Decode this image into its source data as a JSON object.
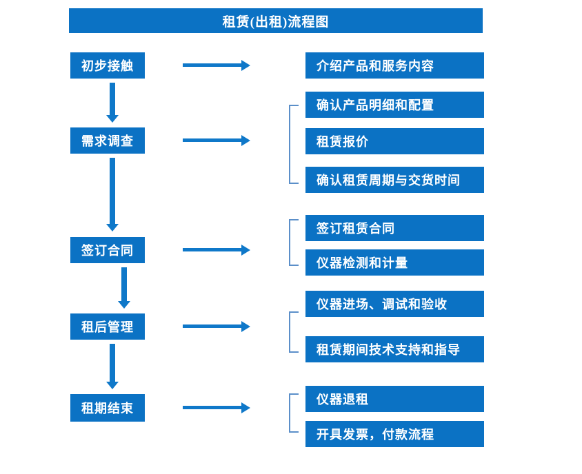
{
  "diagram": {
    "title": "租赁(出租)流程图",
    "colors": {
      "box_fill": "#0b72c4",
      "box_text": "#ffffff",
      "arrow": "#0f78c9",
      "bracket": "#5b8fc9",
      "background": "#ffffff"
    },
    "stages": [
      {
        "label": "初步接触"
      },
      {
        "label": "需求调查"
      },
      {
        "label": "签订合同"
      },
      {
        "label": "租后管理"
      },
      {
        "label": "租期结束"
      }
    ],
    "details": [
      {
        "label": "介绍产品和服务内容"
      },
      {
        "label": "确认产品明细和配置"
      },
      {
        "label": "租赁报价"
      },
      {
        "label": "确认租赁周期与交货时间"
      },
      {
        "label": "签订租赁合同"
      },
      {
        "label": "仪器检测和计量"
      },
      {
        "label": "仪器进场、调试和验收"
      },
      {
        "label": "租赁期间技术支持和指导"
      },
      {
        "label": "仪器退租"
      },
      {
        "label": "开具发票，付款流程"
      }
    ]
  }
}
